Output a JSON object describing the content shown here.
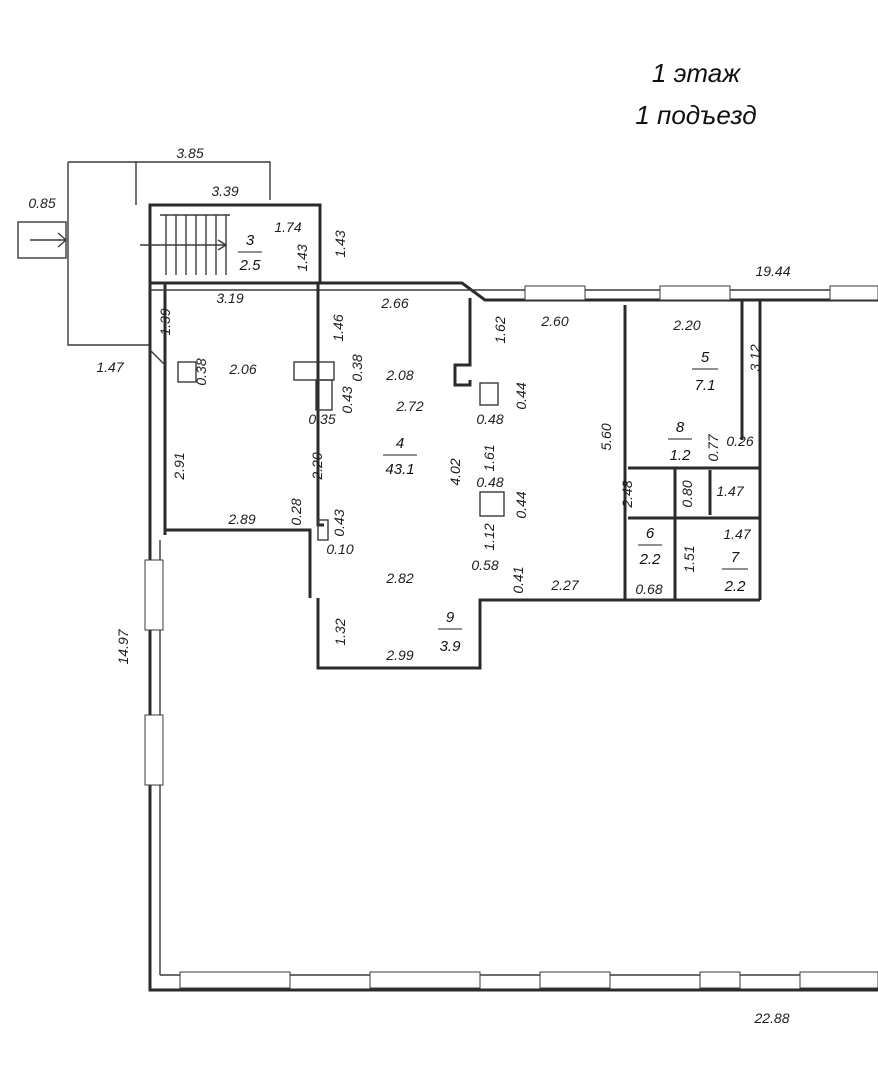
{
  "header": {
    "floor": "1 этаж",
    "entrance": "1 подъезд"
  },
  "rooms": {
    "r3": {
      "num": "3",
      "area": "2.5"
    },
    "r4": {
      "num": "4",
      "area": "43.1"
    },
    "r5": {
      "num": "5",
      "area": "7.1"
    },
    "r6": {
      "num": "6",
      "area": "2.2"
    },
    "r7": {
      "num": "7",
      "area": "2.2"
    },
    "r8": {
      "num": "8",
      "area": "1.2"
    },
    "r9": {
      "num": "9",
      "area": "3.9"
    }
  },
  "dimensions": {
    "d_3_85": "3.85",
    "d_3_39": "3.39",
    "d_0_85": "0.85",
    "d_1_74": "1.74",
    "d_1_43a": "1.43",
    "d_1_43b": "1.43",
    "d_1_47a": "1.47",
    "d_19_44": "19.44",
    "d_3_19": "3.19",
    "d_2_66": "2.66",
    "d_2_60": "2.60",
    "d_2_20a": "2.20",
    "d_1_39": "1.39",
    "d_0_38a": "0.38",
    "d_2_06": "2.06",
    "d_1_46": "1.46",
    "d_0_38b": "0.38",
    "d_2_08": "2.08",
    "d_1_62": "1.62",
    "d_3_12": "3.12",
    "d_0_35": "0.35",
    "d_0_43a": "0.43",
    "d_2_72": "2.72",
    "d_0_48a": "0.48",
    "d_0_44a": "0.44",
    "d_5_60": "5.60",
    "d_0_77": "0.77",
    "d_0_26": "0.26",
    "d_2_91": "2.91",
    "d_2_20b": "2.20",
    "d_4_02": "4.02",
    "d_1_61": "1.61",
    "d_0_48b": "0.48",
    "d_2_48": "2.48",
    "d_0_80": "0.80",
    "d_1_47b": "1.47",
    "d_2_89": "2.89",
    "d_0_28": "0.28",
    "d_0_43b": "0.43",
    "d_0_44b": "0.44",
    "d_1_12": "1.12",
    "d_1_47c": "1.47",
    "d_0_10": "0.10",
    "d_1_51": "1.51",
    "d_2_82": "2.82",
    "d_0_58": "0.58",
    "d_0_41": "0.41",
    "d_2_27": "2.27",
    "d_0_68": "0.68",
    "d_14_97": "14.97",
    "d_1_32": "1.32",
    "d_2_99": "2.99",
    "d_22_88": "22.88"
  }
}
